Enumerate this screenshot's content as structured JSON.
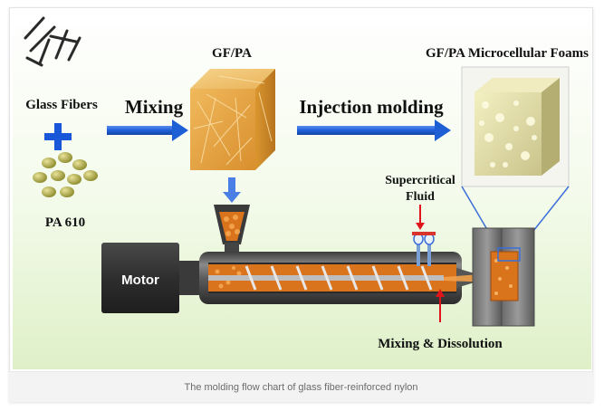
{
  "diagram": {
    "labels": {
      "glass_fibers": "Glass Fibers",
      "pa": "PA 610",
      "mixing": "Mixing",
      "gfpa": "GF/PA",
      "injection": "Injection molding",
      "foams": "GF/PA Microcellular  Foams",
      "supercritical_1": "Supercritical",
      "supercritical_2": "Fluid",
      "motor": "Motor",
      "mixing_dissolution": "Mixing  & Dissolution"
    },
    "colors": {
      "background_top": "#ffffff",
      "background_bottom": "#e9f5d8",
      "arrow_blue": "#1f5fd6",
      "plus_blue": "#1a56d8",
      "cube_orange": "#e9a847",
      "barrel_gray": "#5a5a5a",
      "motor_dark": "#2f2f2f",
      "melt_orange": "#e07b1c",
      "red_arrow": "#e0141b"
    }
  },
  "caption": "The molding flow chart of glass fiber-reinforced nylon"
}
